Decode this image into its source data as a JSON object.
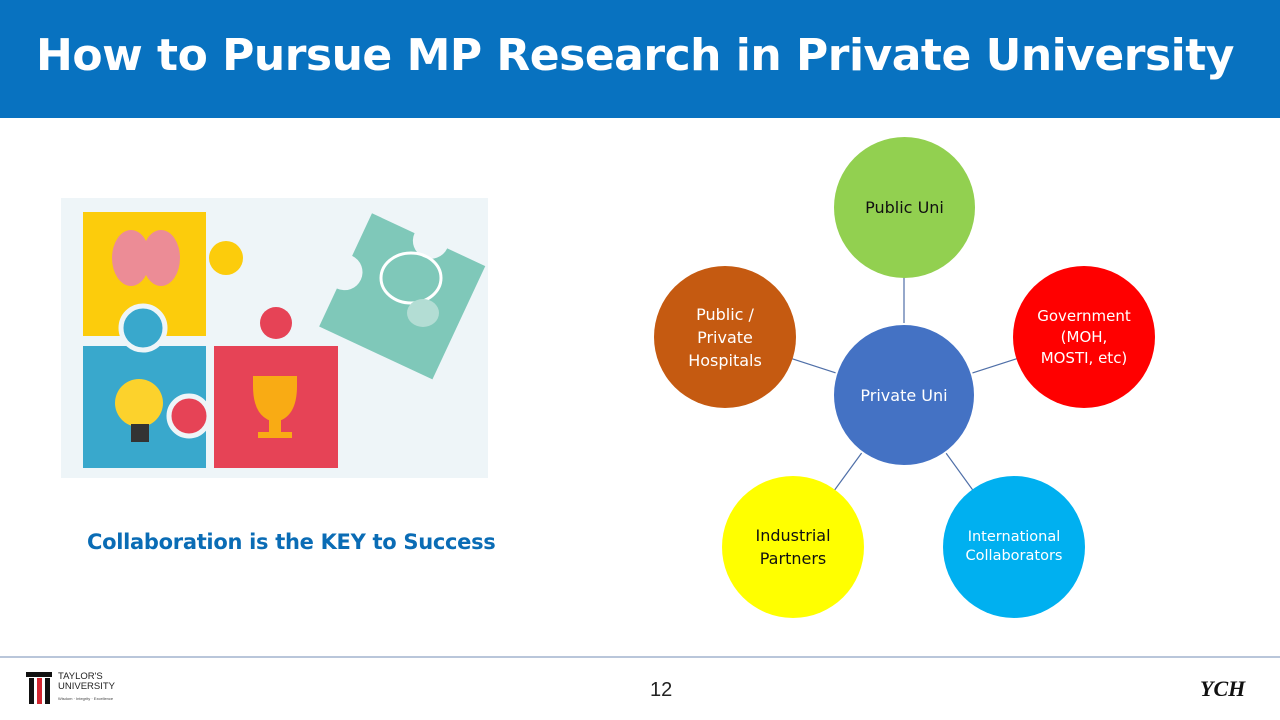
{
  "header": {
    "title": "How to Pursue MP Research in Private University",
    "color": "#0872c0"
  },
  "left": {
    "tagline": "Collaboration is the KEY to Success",
    "image": "puzzle-pieces-illustration"
  },
  "diagram": {
    "center": {
      "label": "Private Uni",
      "color": "#4472c4"
    },
    "nodes": [
      {
        "label": "Public Uni",
        "color": "#92d050"
      },
      {
        "label": "Government\n(MOH,\nMOSTI, etc)",
        "color": "#ff0000"
      },
      {
        "label": "International\nCollaborators",
        "color": "#00b0f0"
      },
      {
        "label": "Industrial\nPartners",
        "color": "#ffff00"
      },
      {
        "label": "Public /\nPrivate\nHospitals",
        "color": "#c55a11"
      }
    ]
  },
  "footer": {
    "logo_line1": "TAYLOR'S",
    "logo_line2": "UNIVERSITY",
    "logo_tagline": "Wisdom · Integrity · Excellence",
    "page_number": "12",
    "signature": "YCH"
  }
}
